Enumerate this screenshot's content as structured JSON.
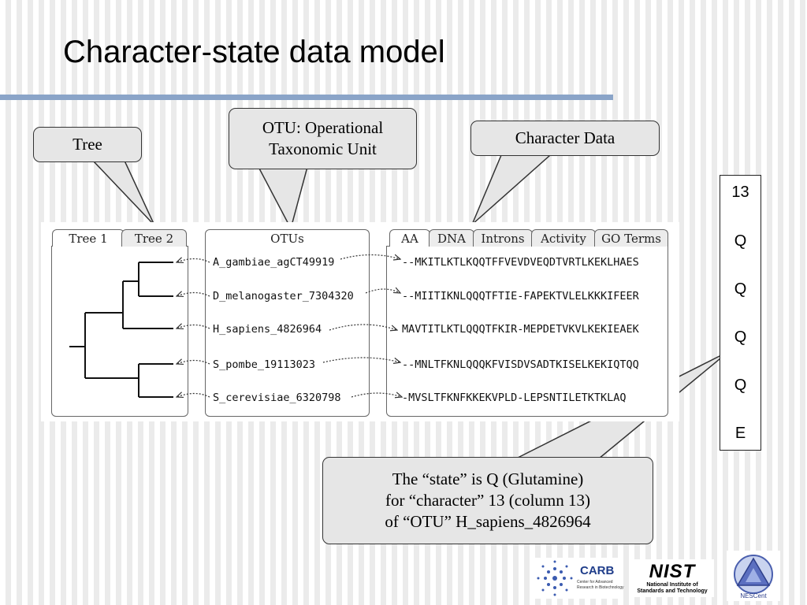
{
  "title": "Character-state data model",
  "callouts": {
    "tree": "Tree",
    "otu_line1": "OTU: Operational",
    "otu_line2": "Taxonomic Unit",
    "chardata": "Character Data",
    "state_line1": "The “state” is Q (Glutamine)",
    "state_line2": "for “character” 13 (column 13)",
    "state_line3": "of “OTU” H_sapiens_4826964"
  },
  "tree_panel": {
    "tabs": [
      "Tree 1",
      "Tree 2"
    ]
  },
  "otu_panel": {
    "header": "OTUs",
    "otus": [
      "A_gambiae_agCT49919",
      "D_melanogaster_7304320",
      "H_sapiens_4826964",
      "S_pombe_19113023",
      "S_cerevisiae_6320798"
    ]
  },
  "char_panel": {
    "tabs": [
      "AA",
      "DNA",
      "Introns",
      "Activity",
      "GO Terms"
    ],
    "sequences": [
      "--MKITLKTLKQQTFFVEVDVEQDTVRTLKEKLHAES",
      "--MIITIKNLQQQTFTIE-FAPEKTVLELKKKIFEER",
      "MAVTITLKTLQQQTFKIR-MEPDETVKVLKEKIEAEK",
      "--MNLTFKNLQQQKFVISDVSADTKISELKEKIQTQQ",
      "-MVSLTFKNFKKEKVPLD-LEPSNTILETKTKLAQ"
    ]
  },
  "column13": {
    "header": "13",
    "values": [
      "Q",
      "Q",
      "Q",
      "Q",
      "E"
    ]
  },
  "logos": {
    "carb_name": "CARB",
    "carb_sub1": "Center for Advanced",
    "carb_sub2": "Research in Biotechnology",
    "nist_name": "NIST",
    "nist_sub1": "National Institute of",
    "nist_sub2": "Standards and Technology",
    "nescent_name": "NESCent"
  }
}
